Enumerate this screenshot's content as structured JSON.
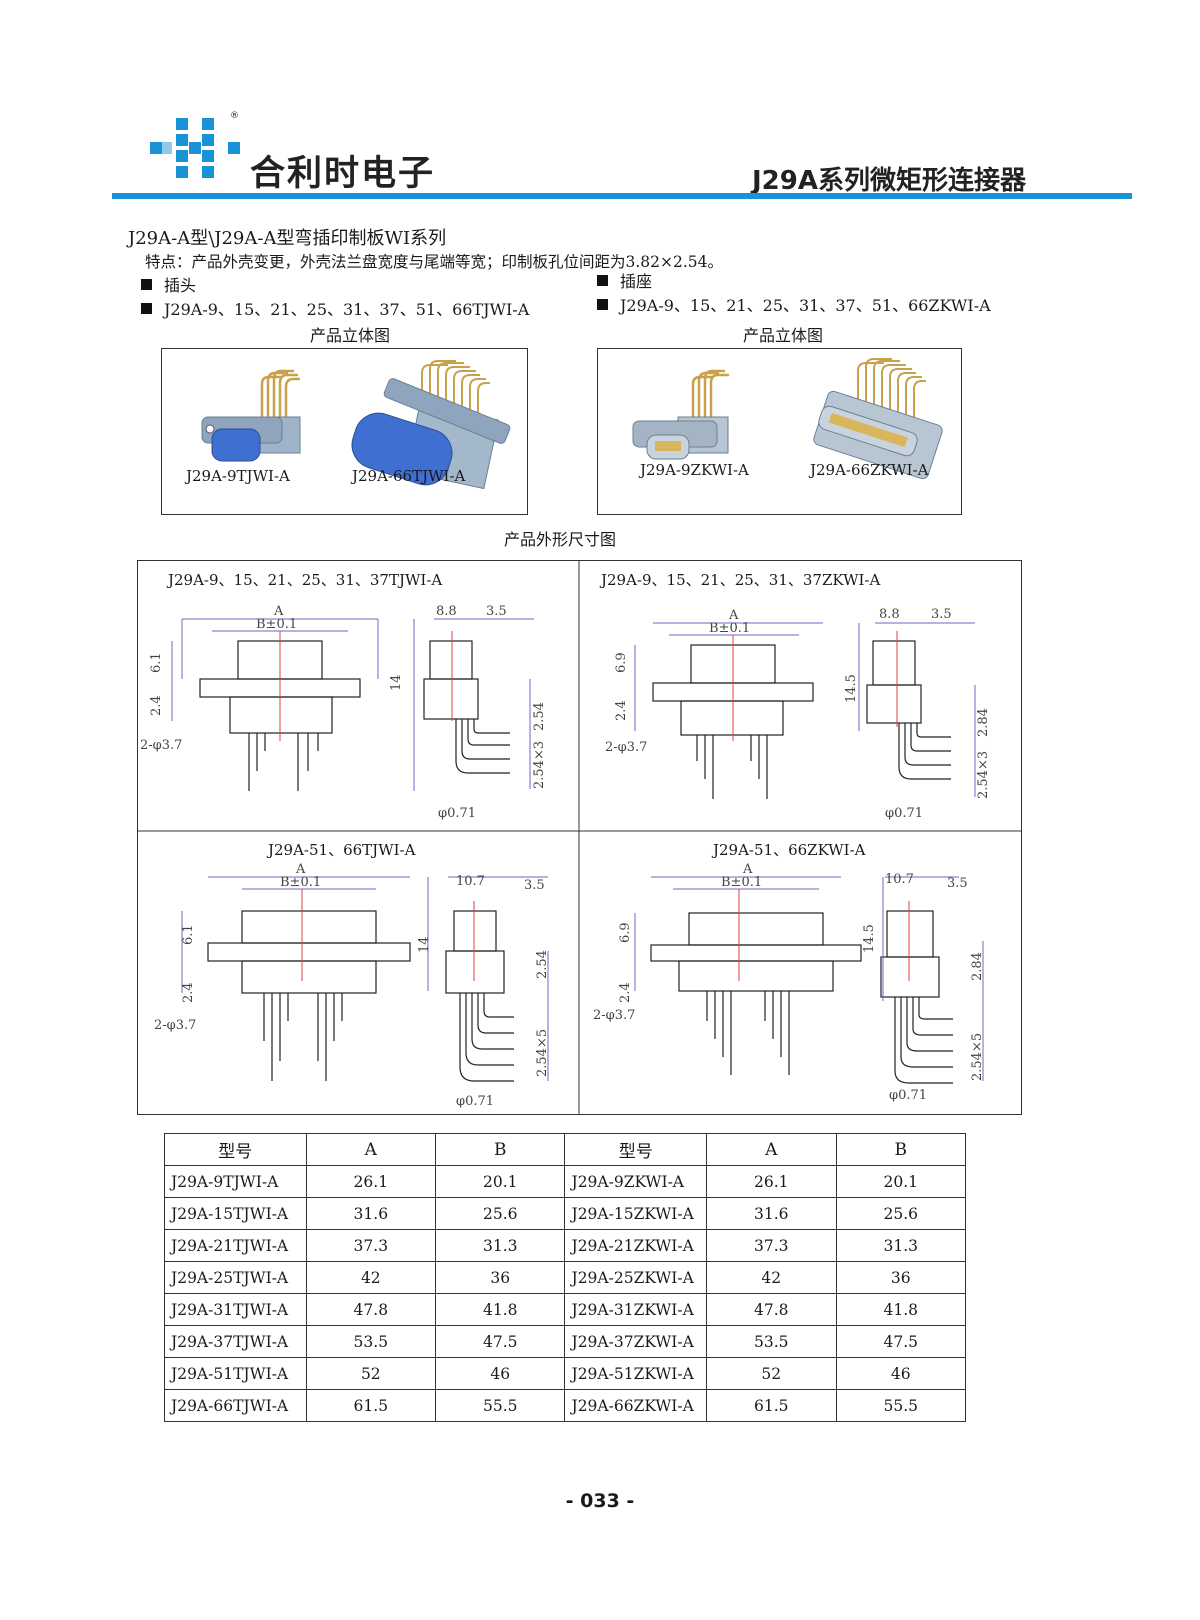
{
  "header": {
    "brand": "合利时电子",
    "series_title": "J29A系列微矩形连接器",
    "colors": {
      "accent": "#1a93d6",
      "logo_blue": "#1a93d6"
    }
  },
  "section": {
    "title": "J29A-A型\\J29A-A型弯插印制板WI系列",
    "features": "特点：产品外壳变更，外壳法兰盘宽度与尾端等宽；印制板孔位间距为3.82×2.54。"
  },
  "plug": {
    "heading": "插头",
    "models": "J29A-9、15、21、25、31、37、51、66TJWI-A",
    "caption": "产品立体图",
    "photo_labels": [
      "J29A-9TJWI-A",
      "J29A-66TJWI-A"
    ]
  },
  "socket": {
    "heading": "插座",
    "models": "J29A-9、15、21、25、31、37、51、66ZKWI-A",
    "caption": "产品立体图",
    "photo_labels": [
      "J29A-9ZKWI-A",
      "J29A-66ZKWI-A"
    ]
  },
  "drawings": {
    "caption": "产品外形尺寸图",
    "panels": [
      {
        "title": "J29A-9、15、21、25、31、37TJWI-A",
        "dims": {
          "a": "A",
          "b": "B±0.1",
          "w1": "8.8",
          "w2": "3.5",
          "h1": "6.1",
          "h2": "2.4",
          "h3": "14",
          "p1": "2.54",
          "p2": "2.54×3",
          "hole": "2-φ3.7",
          "pin": "φ0.71"
        }
      },
      {
        "title": "J29A-9、15、21、25、31、37ZKWI-A",
        "dims": {
          "a": "A",
          "b": "B±0.1",
          "w1": "8.8",
          "w2": "3.5",
          "h1": "6.9",
          "h2": "2.4",
          "h3": "14.5",
          "p1": "2.84",
          "p2": "2.54×3",
          "hole": "2-φ3.7",
          "pin": "φ0.71"
        }
      },
      {
        "title": "J29A-51、66TJWI-A",
        "dims": {
          "a": "A",
          "b": "B±0.1",
          "w1": "10.7",
          "w2": "3.5",
          "h1": "6.1",
          "h2": "2.4",
          "h3": "14",
          "p1": "2.54",
          "p2": "2.54×5",
          "hole": "2-φ3.7",
          "pin": "φ0.71"
        }
      },
      {
        "title": "J29A-51、66ZKWI-A",
        "dims": {
          "a": "A",
          "b": "B±0.1",
          "w1": "10.7",
          "w2": "3.5",
          "h1": "6.9",
          "h2": "2.4",
          "h3": "14.5",
          "p1": "2.84",
          "p2": "2.54×5",
          "hole": "2-φ3.7",
          "pin": "φ0.71"
        }
      }
    ]
  },
  "table": {
    "headers": [
      "型号",
      "A",
      "B",
      "型号",
      "A",
      "B"
    ],
    "rows": [
      [
        "J29A-9TJWI-A",
        "26.1",
        "20.1",
        "J29A-9ZKWI-A",
        "26.1",
        "20.1"
      ],
      [
        "J29A-15TJWI-A",
        "31.6",
        "25.6",
        "J29A-15ZKWI-A",
        "31.6",
        "25.6"
      ],
      [
        "J29A-21TJWI-A",
        "37.3",
        "31.3",
        "J29A-21ZKWI-A",
        "37.3",
        "31.3"
      ],
      [
        "J29A-25TJWI-A",
        "42",
        "36",
        "J29A-25ZKWI-A",
        "42",
        "36"
      ],
      [
        "J29A-31TJWI-A",
        "47.8",
        "41.8",
        "J29A-31ZKWI-A",
        "47.8",
        "41.8"
      ],
      [
        "J29A-37TJWI-A",
        "53.5",
        "47.5",
        "J29A-37ZKWI-A",
        "53.5",
        "47.5"
      ],
      [
        "J29A-51TJWI-A",
        "52",
        "46",
        "J29A-51ZKWI-A",
        "52",
        "46"
      ],
      [
        "J29A-66TJWI-A",
        "61.5",
        "55.5",
        "J29A-66ZKWI-A",
        "61.5",
        "55.5"
      ]
    ]
  },
  "footer": {
    "page": "- 033 -"
  }
}
